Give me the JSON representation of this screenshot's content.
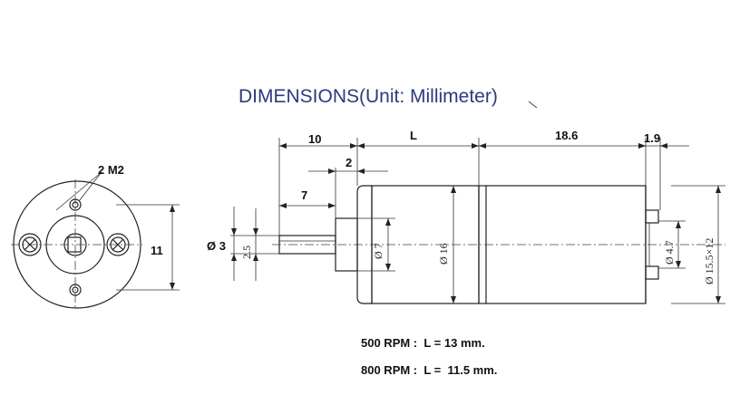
{
  "title": "DIMENSIONS(Unit: Millimeter)",
  "front_view": {
    "screw_label": "2 M2",
    "height_label": "11"
  },
  "side_view": {
    "shaft_length": "10",
    "motor_length": "L",
    "gearbox_length": "18.6",
    "terminal_length": "1.9",
    "boss_length": "2",
    "flat_length": "7",
    "shaft_diameter": "Ø 3",
    "flat_width": "2.5",
    "boss_diameter": "Ø 7",
    "body_diameter": "Ø 16",
    "terminal_diameter": "Ø 4.7",
    "terminal_span": "Ø 15.5×12"
  },
  "notes": {
    "rpm_500": "500 RPM :  L = 13 mm.",
    "rpm_800": "800 RPM :  L =  11.5 mm."
  }
}
